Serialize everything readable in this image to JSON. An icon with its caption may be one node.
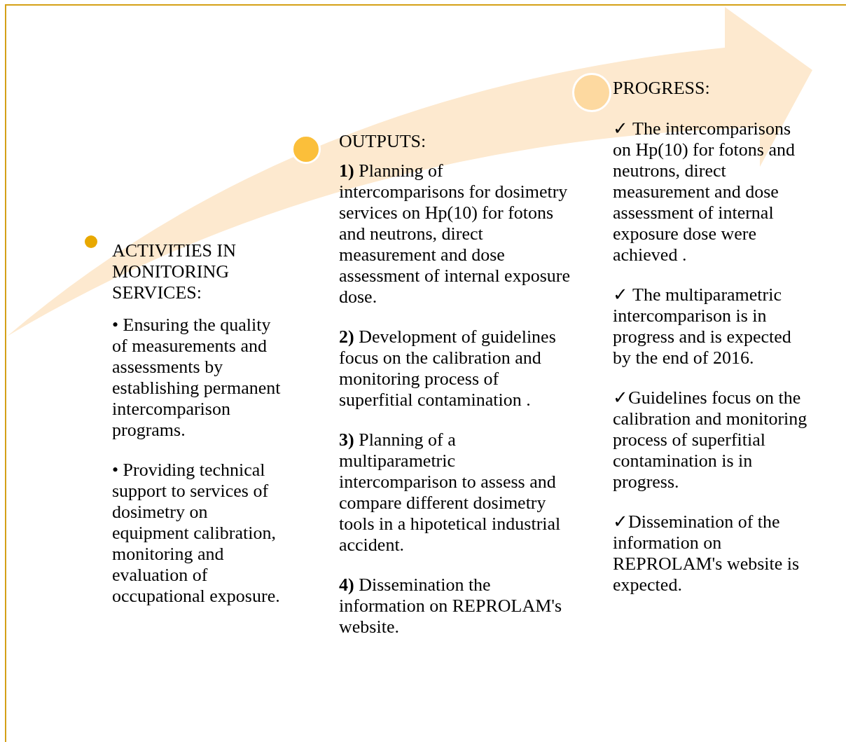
{
  "diagram": {
    "nodes": [
      {
        "text": [],
        "shape": "circle",
        "beside": [
          "ACTIVITIES IN MONITORING SERVICES:",
          "• Ensuring the quality of measurements and assessments by establishing permanent intercomparison programs.",
          "• Providing technical support to services of dosimetry on equipment calibration, monitoring and evaluation of occupational exposure."
        ]
      },
      {
        "text": [],
        "shape": "circle",
        "beside": [
          "OUTPUTS:",
          "**1)** Planning of intercomparisons for dosimetry services on Hp(10) for fotons and neutrons, direct measurement and dose assessment of internal exposure dose.",
          "**2)** Development of guidelines focus on the calibration and monitoring process of superfitial contamination .",
          "**3)** Planning of a multiparametric intercomparison to assess and compare different dosimetry tools in a hipotetical industrial accident.",
          "**4)** Dissemination the information on REPROLAM's website."
        ]
      },
      {
        "text": [],
        "shape": "circle",
        "beside": [
          "PROGRESS:",
          "✓ The intercomparisons on Hp(10) for fotons and neutrons, direct measurement and dose assessment of internal exposure dose were achieved .",
          "✓ The multiparametric intercomparison is in progress and is expected by the end of 2016.",
          "✓Guidelines focus on the calibration and monitoring process of superfitial contamination is in progress.",
          "✓Dissemination of the information on REPROLAM's website is expected."
        ]
      }
    ],
    "edges": []
  }
}
